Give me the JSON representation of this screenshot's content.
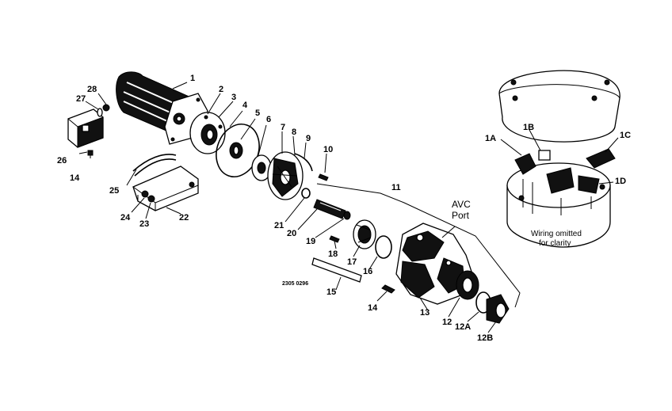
{
  "labels": {
    "p1": "1",
    "p2": "2",
    "p3": "3",
    "p4": "4",
    "p5": "5",
    "p6": "6",
    "p7": "7",
    "p8": "8",
    "p9": "9",
    "p10": "10",
    "p11": "11",
    "p12": "12",
    "p12a": "12A",
    "p12b": "12B",
    "p13": "13",
    "p14a": "14",
    "p14b": "14",
    "p15": "15",
    "p16": "16",
    "p17": "17",
    "p18": "18",
    "p19": "19",
    "p20": "20",
    "p21": "21",
    "p22": "22",
    "p23": "23",
    "p24": "24",
    "p25": "25",
    "p26": "26",
    "p27": "27",
    "p28": "28",
    "p1a": "1A",
    "p1b": "1B",
    "p1c": "1C",
    "p1d": "1D"
  },
  "avc_line1": "AVC",
  "avc_line2": "Port",
  "wiring_line1": "Wiring omitted",
  "wiring_line2": "for clarity",
  "drawing_number": "2305 0296"
}
